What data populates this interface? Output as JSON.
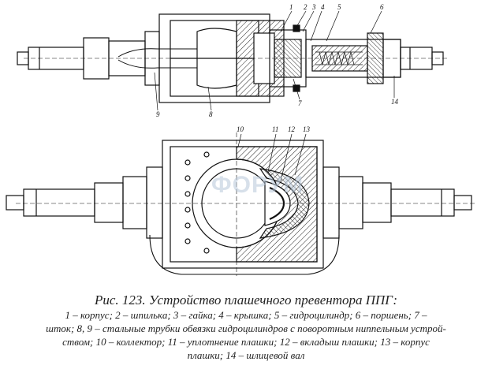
{
  "figure": {
    "title": "Рис. 123. Устройство плашечного превентора ППГ:",
    "legend_lines": [
      "1 – корпус; 2 – шпилька; 3 – гайка; 4 – крышка; 5 – гидроцилиндр; 6 – поршень; 7 –",
      "шток; 8, 9 – стальные трубки обвязки гидроцилиндров с поворотным ниппельным устрой-",
      "ством; 10 – коллектор; 11 – уплотнение плашки; 12 – вкладыш плашки; 13 – корпус",
      "плашки; 14 – шлицевой вал"
    ]
  },
  "callouts": {
    "top_view": [
      "1",
      "2",
      "3",
      "4",
      "5",
      "6",
      "7",
      "8",
      "9",
      "14"
    ],
    "bottom_view": [
      "10",
      "11",
      "12",
      "13"
    ]
  },
  "watermark": "ФОРУМ"
}
